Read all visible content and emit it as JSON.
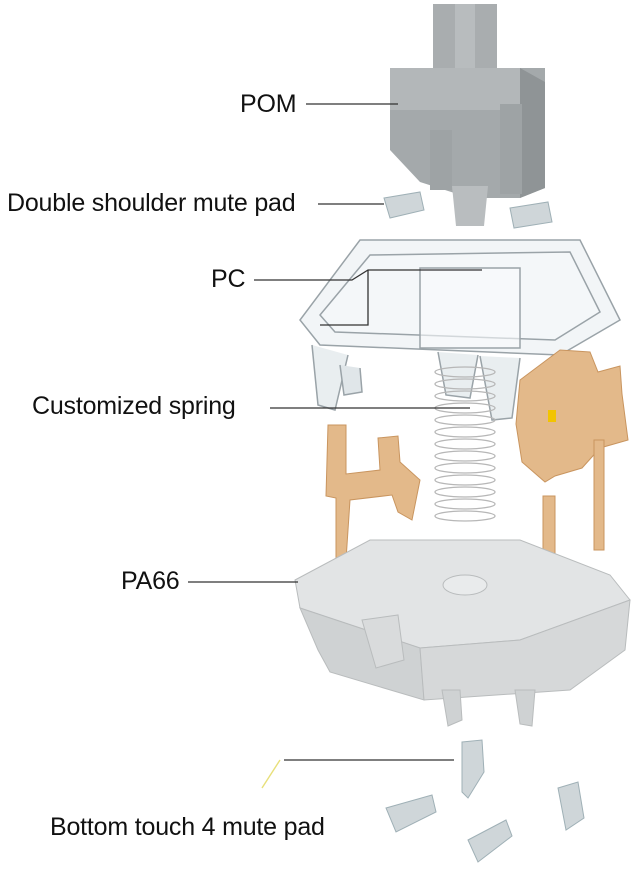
{
  "labels": {
    "pom": "POM",
    "double_shoulder": "Double shoulder mute pad",
    "pc": "PC",
    "spring": "Customized spring",
    "pa66": "PA66",
    "bottom": "Bottom touch 4 mute pad"
  },
  "colors": {
    "stem": "#a9adaf",
    "stem_dark": "#8f9496",
    "housing_clear": "#eef2f4",
    "housing_edge": "#9aa3a8",
    "base": "#d9dbdc",
    "base_dark": "#b9bcbd",
    "copper": "#e3b98a",
    "copper_dark": "#c9955f",
    "spring": "#b7b7b7",
    "mute_pad": "#cfd6d9",
    "leader_line": "#333333",
    "accent_line": "#e8e07a"
  }
}
